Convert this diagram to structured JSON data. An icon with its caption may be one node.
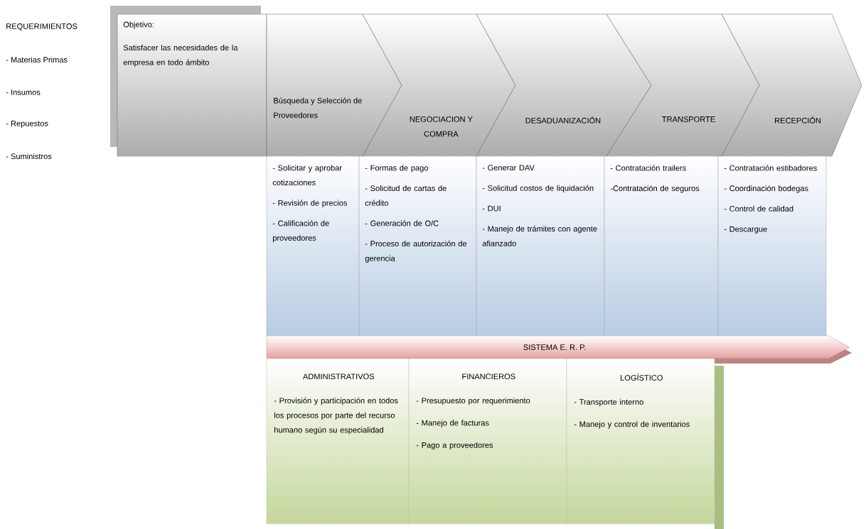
{
  "diagram": {
    "nodes": [
      {
        "text": [
          "Objetivo:",
          "Satisfacer las necesidades de la empresa en todo ámbito"
        ]
      },
      {
        "text": [
          "Búsqueda y Selección de Proveedores"
        ]
      },
      {
        "text": [
          "NEGOCIACION Y COMPRA"
        ]
      },
      {
        "text": [
          "DESADUANIZACIÓN"
        ]
      },
      {
        "text": [
          "TRANSPORTE"
        ]
      },
      {
        "text": [
          "RECEPCIÓN"
        ]
      },
      {
        "text": [
          "- Solicitar y aprobar cotizaciones",
          "- Revisión de precios",
          "- Calificación de proveedores"
        ]
      },
      {
        "text": [
          "- Formas de pago",
          "- Solicitud de cartas de crédito",
          "- Generación de O/C",
          "- Proceso de autorización de gerencia"
        ]
      },
      {
        "text": [
          "- Generar DAV",
          "- Solicitud costos de liquidación",
          "- DUI",
          "- Manejo de trámites con agente afianzado"
        ]
      },
      {
        "text": [
          "- Contratación trailers",
          "-Contratación de seguros"
        ]
      },
      {
        "text": [
          "- Contratación estibadores",
          "- Coordinación bodegas",
          "- Control de calidad",
          "- Descargue"
        ]
      },
      {
        "text": [
          "SISTEMA E. R. P."
        ]
      },
      {
        "text": [
          "ADMINISTRATIVOS",
          "- Provisión y participación en todos los procesos por parte del recurso humano según su especialidad"
        ]
      },
      {
        "text": [
          "FINANCIEROS",
          "- Presupuesto por requerimiento",
          "- Manejo de facturas",
          "- Pago a proveedores"
        ]
      },
      {
        "text": [
          "LOGÍSTICO",
          "- Transporte interno",
          "- Manejo y control de inventarios"
        ]
      }
    ],
    "labels": [
      "REQUERIMIENTOS",
      "- Materias Primas",
      "- Insumos",
      "- Repuestos",
      "- Suministros"
    ]
  }
}
